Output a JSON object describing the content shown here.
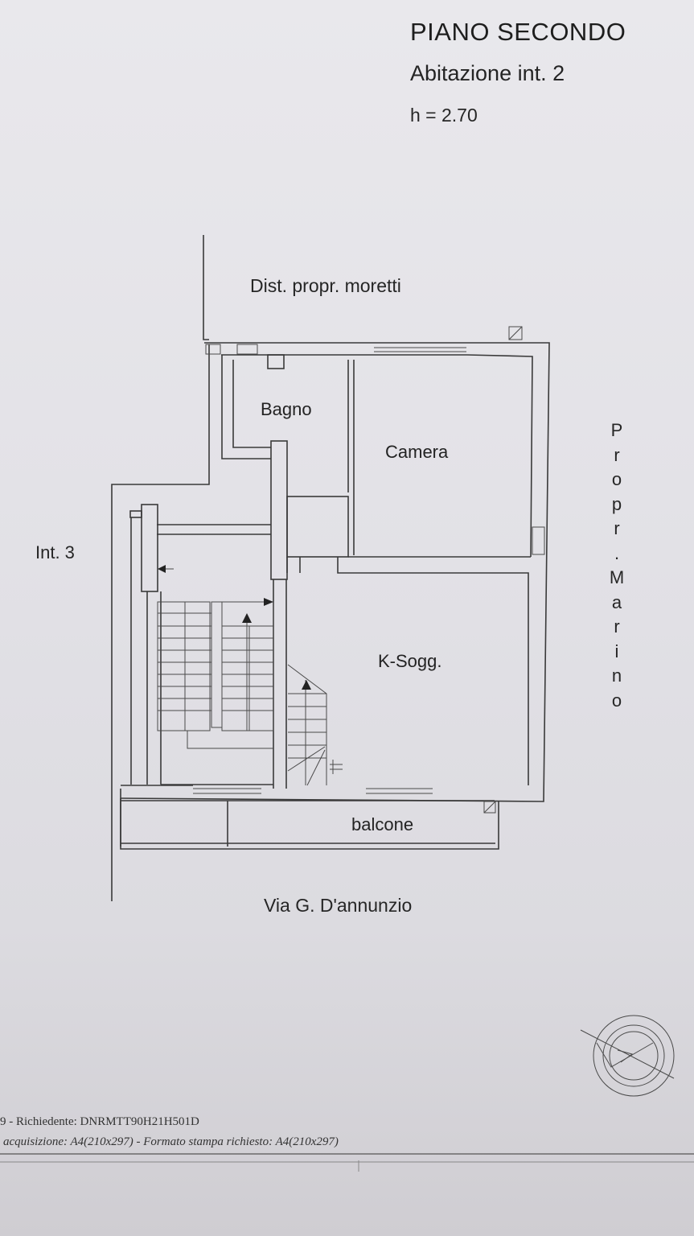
{
  "header": {
    "title": "PIANO SECONDO",
    "subtitle": "Abitazione int. 2",
    "height": "h = 2.70"
  },
  "boundaries": {
    "north": "Dist. propr. moretti",
    "west": "Int. 3",
    "south": "Via G. D'annunzio",
    "east_letters": [
      "P",
      "r",
      "o",
      "p",
      "r",
      ".",
      "M",
      "a",
      "r",
      "i",
      "n",
      "o"
    ]
  },
  "rooms": {
    "bagno": "Bagno",
    "camera": "Camera",
    "ksogg": "K-Sogg.",
    "balcone": "balcone"
  },
  "footer": {
    "line1": "9 - Richiedente: DNRMTT90H21H501D",
    "line2": "acquisizione: A4(210x297)  - Formato stampa richiesto: A4(210x297)"
  },
  "icons": {
    "north_arrow": "north-arrow-compass-icon"
  }
}
